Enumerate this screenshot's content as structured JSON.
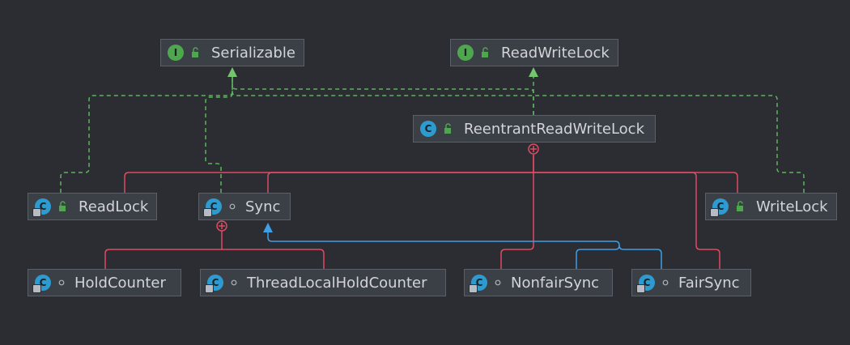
{
  "colors": {
    "background": "#2b2d33",
    "implements_edge": "#5fb25f",
    "inner_class_edge": "#e04b62",
    "extends_edge": "#3d9fe6",
    "arrow_head": "#73c66e"
  },
  "nodes": {
    "serializable": {
      "label": "Serializable",
      "kind": "I",
      "icon": "interface-icon",
      "visibility": "public-unlock-icon"
    },
    "read_write_lock": {
      "label": "ReadWriteLock",
      "kind": "I",
      "icon": "interface-icon",
      "visibility": "public-unlock-icon"
    },
    "reentrant_read_write_lock": {
      "label": "ReentrantReadWriteLock",
      "kind": "C",
      "icon": "class-icon",
      "visibility": "public-unlock-icon"
    },
    "read_lock": {
      "label": "ReadLock",
      "kind": "C",
      "icon": "static-class-icon",
      "visibility": "public-unlock-icon"
    },
    "sync": {
      "label": "Sync",
      "kind": "C",
      "icon": "abstract-static-class-icon",
      "visibility": "package-private-icon"
    },
    "write_lock": {
      "label": "WriteLock",
      "kind": "C",
      "icon": "static-class-icon",
      "visibility": "public-unlock-icon"
    },
    "hold_counter": {
      "label": "HoldCounter",
      "kind": "C",
      "icon": "static-class-icon",
      "visibility": "package-private-icon"
    },
    "thread_local_hold_counter": {
      "label": "ThreadLocalHoldCounter",
      "kind": "C",
      "icon": "static-class-icon",
      "visibility": "package-private-icon"
    },
    "nonfair_sync": {
      "label": "NonfairSync",
      "kind": "C",
      "icon": "static-class-icon",
      "visibility": "package-private-icon"
    },
    "fair_sync": {
      "label": "FairSync",
      "kind": "C",
      "icon": "static-class-icon",
      "visibility": "package-private-icon"
    }
  }
}
